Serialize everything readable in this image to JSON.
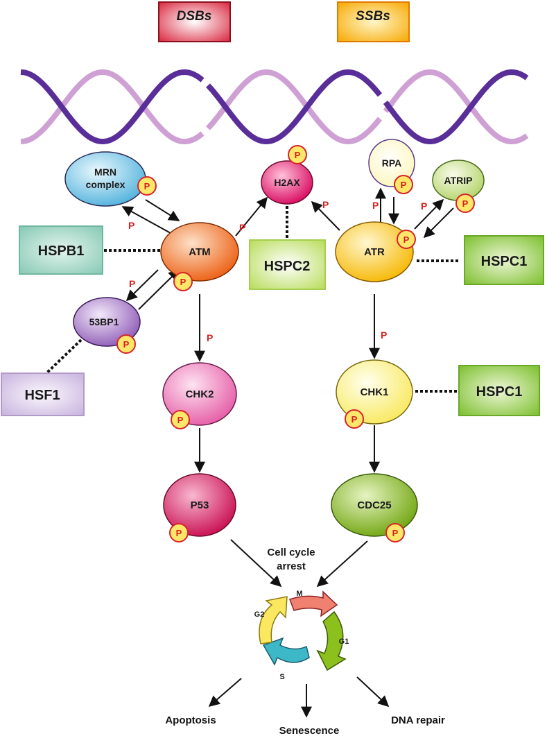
{
  "headers": {
    "dsb": "DSBs",
    "ssb": "SSBs"
  },
  "proteins": {
    "mrn_line1": "MRN",
    "mrn_line2": "complex",
    "h2ax": "H2AX",
    "rpa": "RPA",
    "atrip": "ATRIP",
    "atm": "ATM",
    "atr": "ATR",
    "bp53": "53BP1",
    "chk2": "CHK2",
    "chk1": "CHK1",
    "p53": "P53",
    "cdc25": "CDC25"
  },
  "chaperones": {
    "hspb1": "HSPB1",
    "hspc2": "HSPC2",
    "hspc1_top": "HSPC1",
    "hspc1_bottom": "HSPC1",
    "hsf1": "HSF1"
  },
  "phospho_label": "P",
  "cell_cycle": {
    "title_line1": "Cell cycle",
    "title_line2": "arrest",
    "phases": {
      "m": "M",
      "g1": "G1",
      "s": "S",
      "g2": "G2"
    }
  },
  "outcomes": {
    "apoptosis": "Apoptosis",
    "senescence": "Senescence",
    "dna_repair": "DNA repair"
  },
  "colors": {
    "dsb": "#d9273f",
    "ssb": "#f7a800",
    "dna_dark": "#5a2e98",
    "dna_light": "#cfa0d4",
    "atm": "#f06d1e",
    "atr": "#fbc21c",
    "mrn": "#7ecbe8",
    "h2ax": "#e0136e",
    "chk2": "#ee79b8",
    "p53": "#d8185e",
    "chk1": "#fbf080",
    "cdc25": "#8cc01c",
    "bp53": "#a77cc6",
    "hsp_green": "#8fc840",
    "hspb1_fill": "#9fd4c4",
    "hsf1_fill": "#d6c6e6",
    "phospho_fill": "#fde76a",
    "phospho_stroke": "#d8232a"
  }
}
